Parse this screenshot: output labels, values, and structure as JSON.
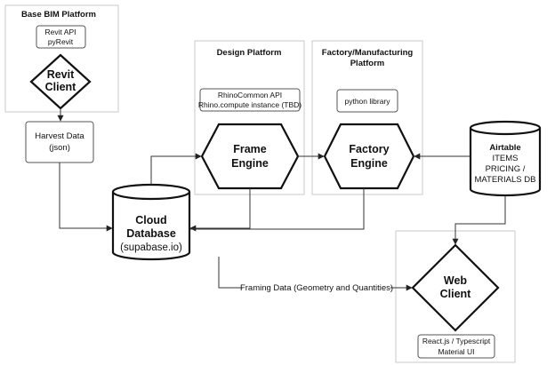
{
  "platforms": {
    "base_bim": {
      "title": "Base BIM Platform",
      "api_lines": [
        "Revit API",
        "pyRevit"
      ],
      "client_lines": [
        "Revit",
        "Client"
      ]
    },
    "design": {
      "title": "Design Platform",
      "api_lines": [
        "RhinoCommon API",
        "Rhino.compute instance (TBD)"
      ],
      "engine_lines": [
        "Frame",
        "Engine"
      ]
    },
    "factory": {
      "title_lines": [
        "Factory/Manufacturing",
        "Platform"
      ],
      "library": "python library",
      "engine_lines": [
        "Factory",
        "Engine"
      ]
    },
    "web": {
      "client_lines": [
        "Web",
        "Client"
      ],
      "stack_lines": [
        "React.js / Typescript",
        "Material UI"
      ]
    }
  },
  "harvest": {
    "lines": [
      "Harvest Data",
      "(json)"
    ]
  },
  "cloud_db": {
    "lines": [
      "Cloud",
      "Database",
      "(supabase.io)"
    ]
  },
  "airtable": {
    "title": "Airtable",
    "lines": [
      "ITEMS",
      "PRICING /",
      "MATERIALS DB"
    ]
  },
  "edges": {
    "framing_label": "Framing Data (Geometry and Quantities)"
  }
}
